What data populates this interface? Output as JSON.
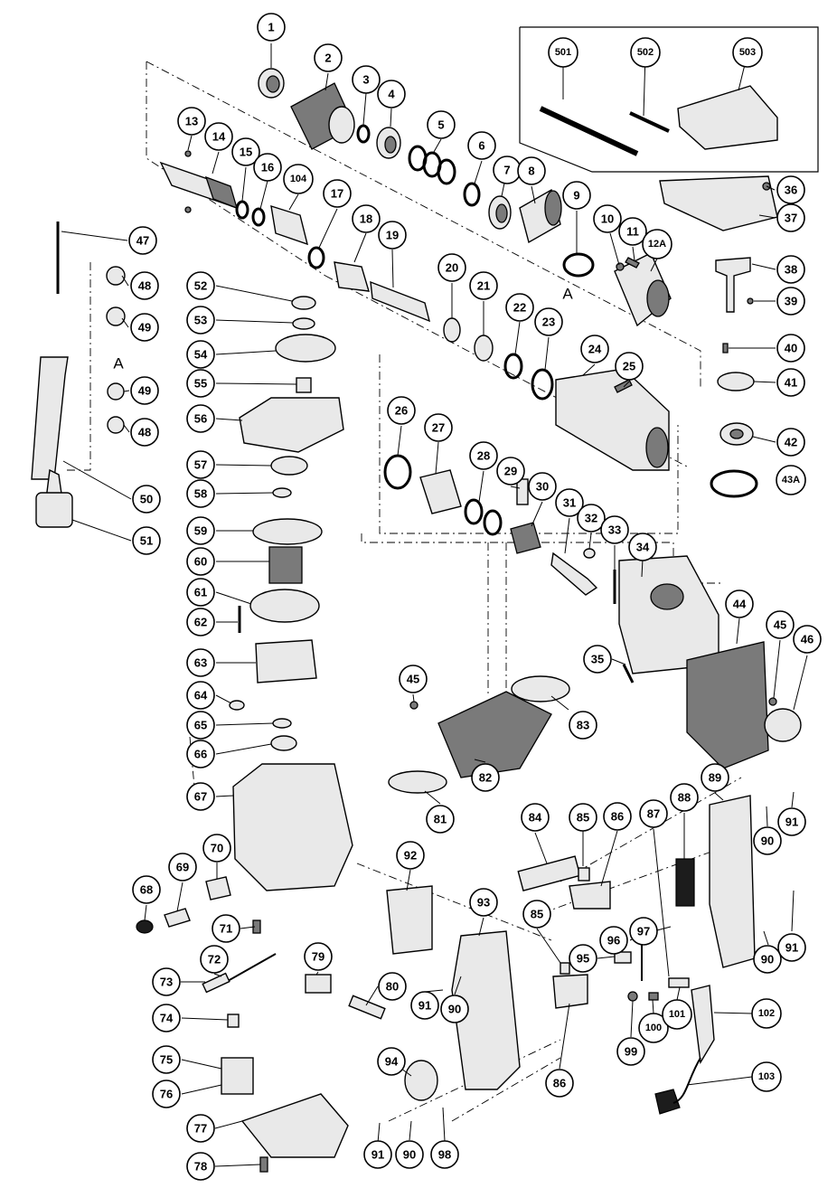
{
  "reference_marks": [
    "A",
    "A"
  ],
  "accessory_labels": [
    "501",
    "502",
    "503"
  ],
  "callouts": [
    "1",
    "2",
    "3",
    "4",
    "5",
    "6",
    "7",
    "8",
    "9",
    "10",
    "11",
    "12A",
    "13",
    "14",
    "15",
    "16",
    "104",
    "17",
    "18",
    "19",
    "20",
    "21",
    "22",
    "23",
    "24",
    "25",
    "26",
    "27",
    "28",
    "29",
    "30",
    "31",
    "32",
    "33",
    "34",
    "35",
    "36",
    "37",
    "38",
    "39",
    "40",
    "41",
    "42",
    "43A",
    "44",
    "45",
    "46",
    "45",
    "47",
    "48",
    "49",
    "49",
    "48",
    "50",
    "51",
    "52",
    "53",
    "54",
    "55",
    "56",
    "57",
    "58",
    "59",
    "60",
    "61",
    "62",
    "63",
    "64",
    "65",
    "66",
    "67",
    "68",
    "69",
    "70",
    "71",
    "72",
    "73",
    "74",
    "75",
    "76",
    "77",
    "78",
    "79",
    "80",
    "81",
    "82",
    "83",
    "84",
    "85",
    "86",
    "87",
    "88",
    "89",
    "90",
    "91",
    "90",
    "91",
    "92",
    "93",
    "85",
    "86",
    "94",
    "95",
    "96",
    "97",
    "98",
    "99",
    "100",
    "101",
    "102",
    "103",
    "90",
    "91",
    "91",
    "90"
  ]
}
